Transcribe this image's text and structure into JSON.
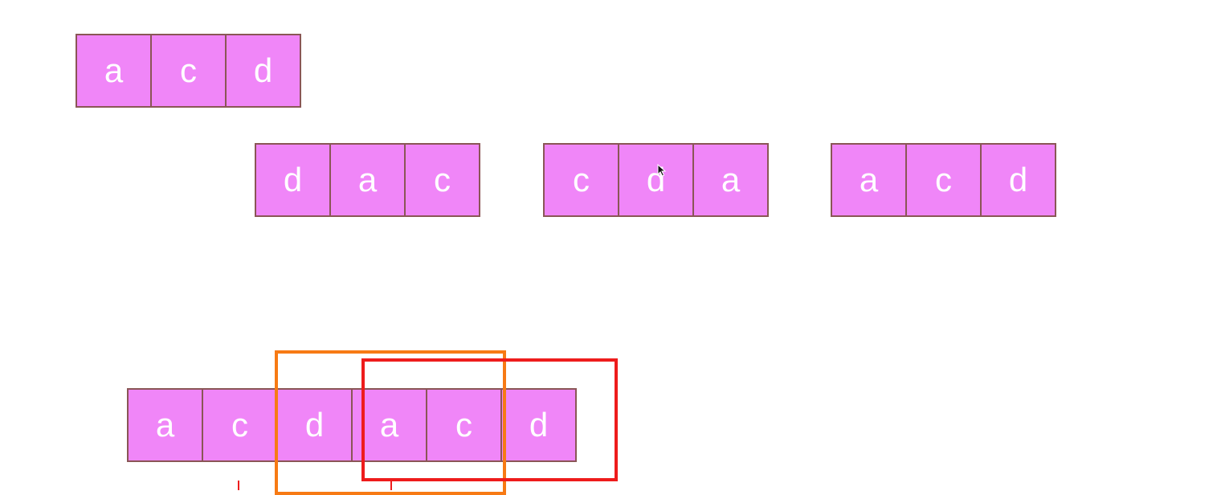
{
  "strips": [
    {
      "id": "strip-top",
      "cells": [
        "a",
        "c",
        "d"
      ]
    },
    {
      "id": "strip-rotation-1",
      "cells": [
        "d",
        "a",
        "c"
      ]
    },
    {
      "id": "strip-rotation-2",
      "cells": [
        "c",
        "d",
        "a"
      ]
    },
    {
      "id": "strip-rotation-3",
      "cells": [
        "a",
        "c",
        "d"
      ]
    },
    {
      "id": "strip-doubled",
      "cells": [
        "a",
        "c",
        "d",
        "a",
        "c",
        "d"
      ]
    }
  ],
  "colors": {
    "cell_fill": "#f086f8",
    "cell_border": "#8a5656",
    "cell_text": "#ffffff",
    "orange_highlight": "#f77a14",
    "red_highlight": "#ee1c1c"
  },
  "icons": {
    "cursor": "mouse-pointer-icon"
  }
}
